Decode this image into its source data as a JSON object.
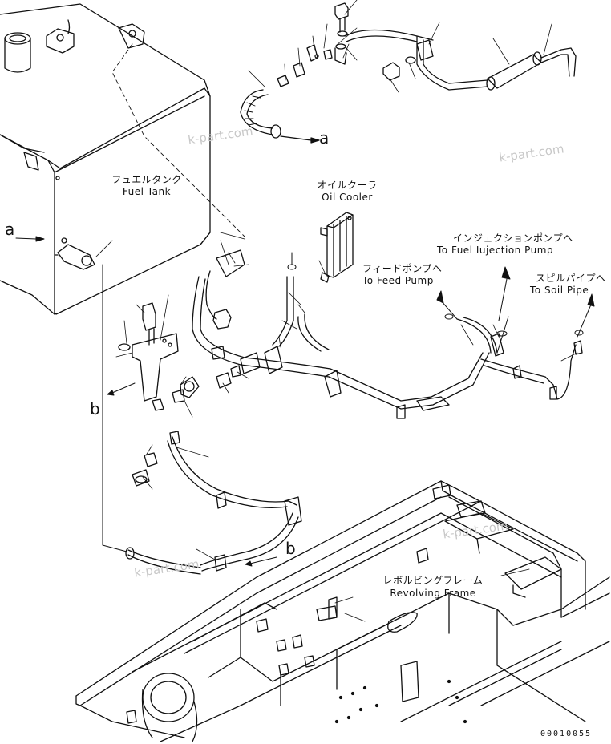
{
  "labels": {
    "fuel_tank_jp": "フュエルタンク",
    "fuel_tank_en": "Fuel Tank",
    "oil_cooler_jp": "オイルクーラ",
    "oil_cooler_en": "Oil Cooler",
    "feed_pump_jp": "フィードポンプへ",
    "feed_pump_en": "To Feed Pump",
    "fuel_injection_jp": "インジェクションポンプへ",
    "fuel_injection_en": "To Fuel Iujection Pump",
    "spill_pipe_jp": "スピルパイプへ",
    "spill_pipe_en": "To Soil Pipe",
    "revolving_frame_jp": "レボルビングフレーム",
    "revolving_frame_en": "Revolving Frame"
  },
  "refs": {
    "a_top": "a",
    "a_left": "a",
    "b_left": "b",
    "b_bottom": "b"
  },
  "watermarks": [
    "k-part.com",
    "k-part.com",
    "k-part.com",
    "k-part.com"
  ],
  "drawing_number": "00010055",
  "colors": {
    "line": "#111111",
    "watermark": "#c8c8c8",
    "background": "#ffffff"
  }
}
